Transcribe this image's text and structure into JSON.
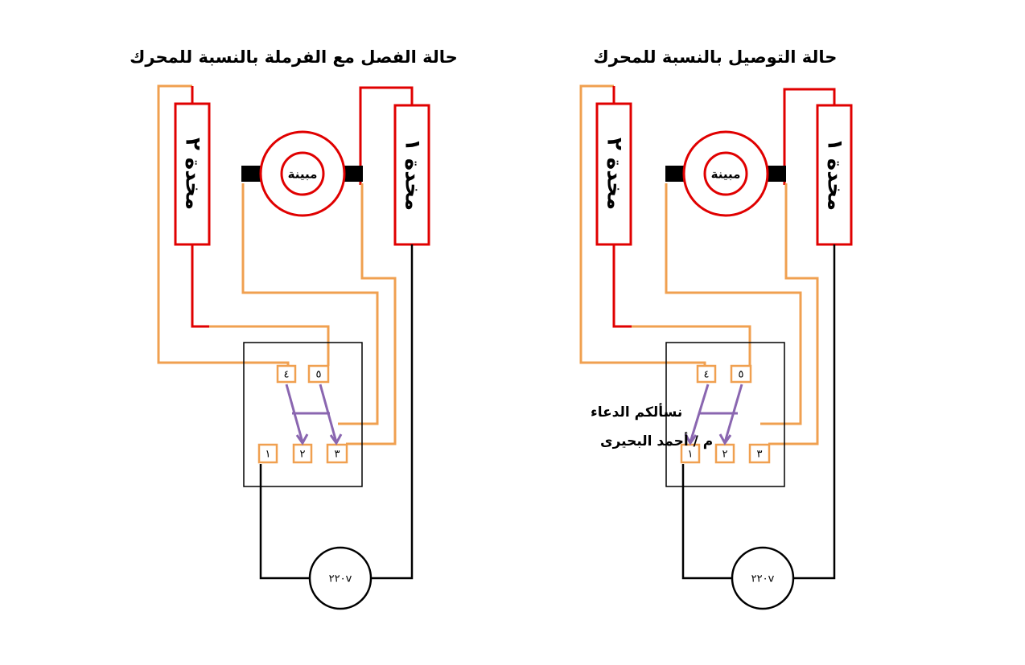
{
  "colors": {
    "coil_wire": "#e00000",
    "jumper_wire": "#f0a050",
    "supply_wire": "#000000",
    "switch_contact": "#8a66b0"
  },
  "left_diagram": {
    "title": "حالة الفصل مع الفرملة بالنسبة للمحرك",
    "coil_a_label": "مخدة ٢",
    "coil_b_label": "مخدة ١",
    "rotor_label": "مبينة",
    "terminals": [
      "١",
      "٢",
      "٣",
      "٤",
      "٥"
    ],
    "supply_label": "٢٢٠v"
  },
  "right_diagram": {
    "title": "حالة التوصيل بالنسبة للمحرك",
    "coil_a_label": "مخدة ٢",
    "coil_b_label": "مخدة ١",
    "rotor_label": "مبينة",
    "terminals": [
      "١",
      "٢",
      "٣",
      "٤",
      "٥"
    ],
    "supply_label": "٢٢٠v"
  },
  "credit": {
    "line1": "نسألكم الدعاء",
    "line2": "م / أحمد البحيرى"
  }
}
